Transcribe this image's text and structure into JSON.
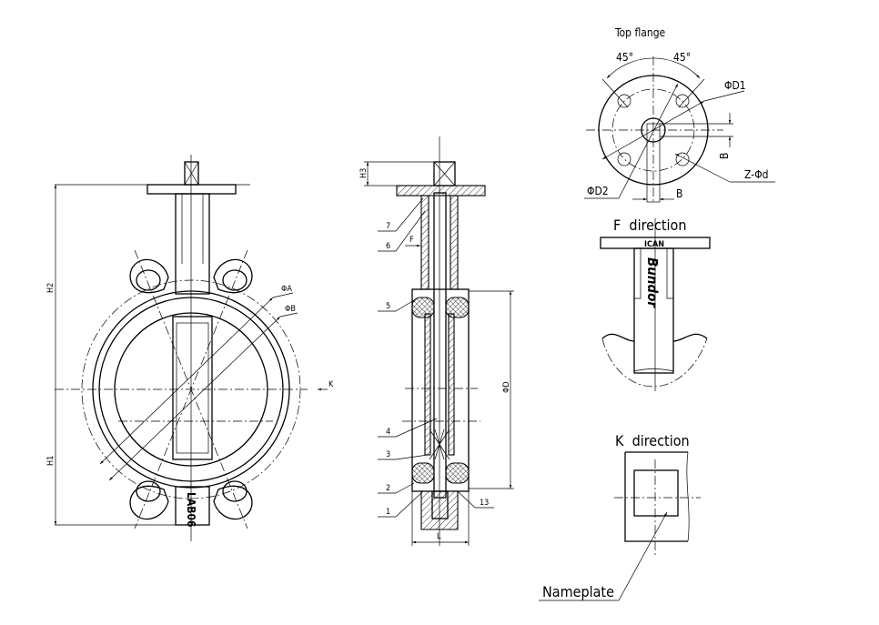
{
  "front_view": {
    "h2_label": "H2",
    "h1_label": "H1",
    "phi_a_label": "ΦA",
    "phi_b_label": "ΦB",
    "k_label": "K",
    "body_marking": "LAB06"
  },
  "side_view": {
    "h3_label": "H3",
    "f_label": "F",
    "phi_d_label": "ΦD",
    "l_label": "L",
    "part_numbers": [
      "7",
      "6",
      "5",
      "4",
      "3",
      "2",
      "1",
      "13"
    ]
  },
  "top_flange": {
    "title": "Top flange",
    "angle_left": "45°",
    "angle_right": "45°",
    "d1_label": "ΦD1",
    "d2_label": "ΦD2",
    "b_vertical_label": "B",
    "b_horizontal_label": "B",
    "bolt_label": "Z-Φd"
  },
  "f_direction": {
    "title": "F  direction",
    "flange_marking": "ICAN",
    "neck_marking": "Bundor"
  },
  "k_direction": {
    "title": "K  direction",
    "nameplate_label": "Nameplate"
  }
}
